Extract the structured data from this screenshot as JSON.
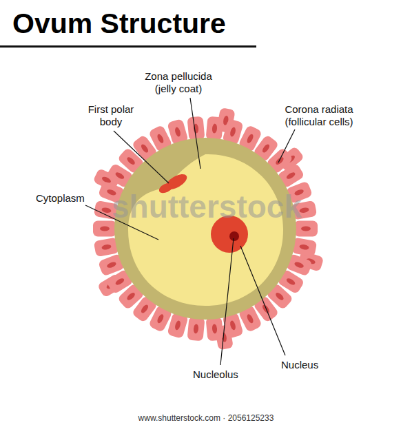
{
  "diagram": {
    "title": "Ovum Structure",
    "labels": [
      "Zona pellucida (jelly coat)",
      "First polar body",
      "Corona radiata (follicular cells)",
      "Cytoplasm",
      "Nucleolus",
      "Nucleus",
      "shutterstock",
      "www.shutterstock.com · 2056125233"
    ]
  }
}
